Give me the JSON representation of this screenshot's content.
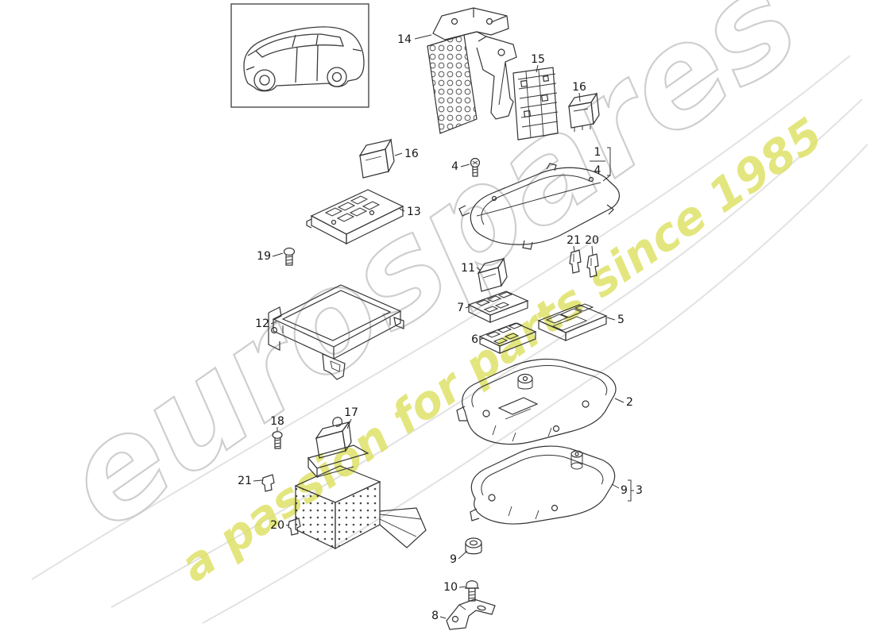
{
  "page": {
    "background_color": "#ffffff",
    "line_color": "#333333"
  },
  "watermark": {
    "brand": "eurospares",
    "tagline": "a passion for parts since 1985",
    "brand_outline_color": "#c9c9c9",
    "tagline_color": "#dde15e"
  },
  "diagram": {
    "callouts": {
      "c14": "14",
      "c15": "15",
      "c16a": "16",
      "c16b": "16",
      "c13": "13",
      "c4a": "4",
      "c1": "1",
      "c4b": "4",
      "c11": "11",
      "c21a": "21",
      "c20a": "20",
      "c7": "7",
      "c5": "5",
      "c6": "6",
      "c19": "19",
      "c12": "12",
      "c2": "2",
      "c17": "17",
      "c18": "18",
      "c21b": "21",
      "c20b": "20",
      "c9a": "9",
      "c3": "3",
      "c9b": "9",
      "c10": "10",
      "c8": "8"
    }
  }
}
